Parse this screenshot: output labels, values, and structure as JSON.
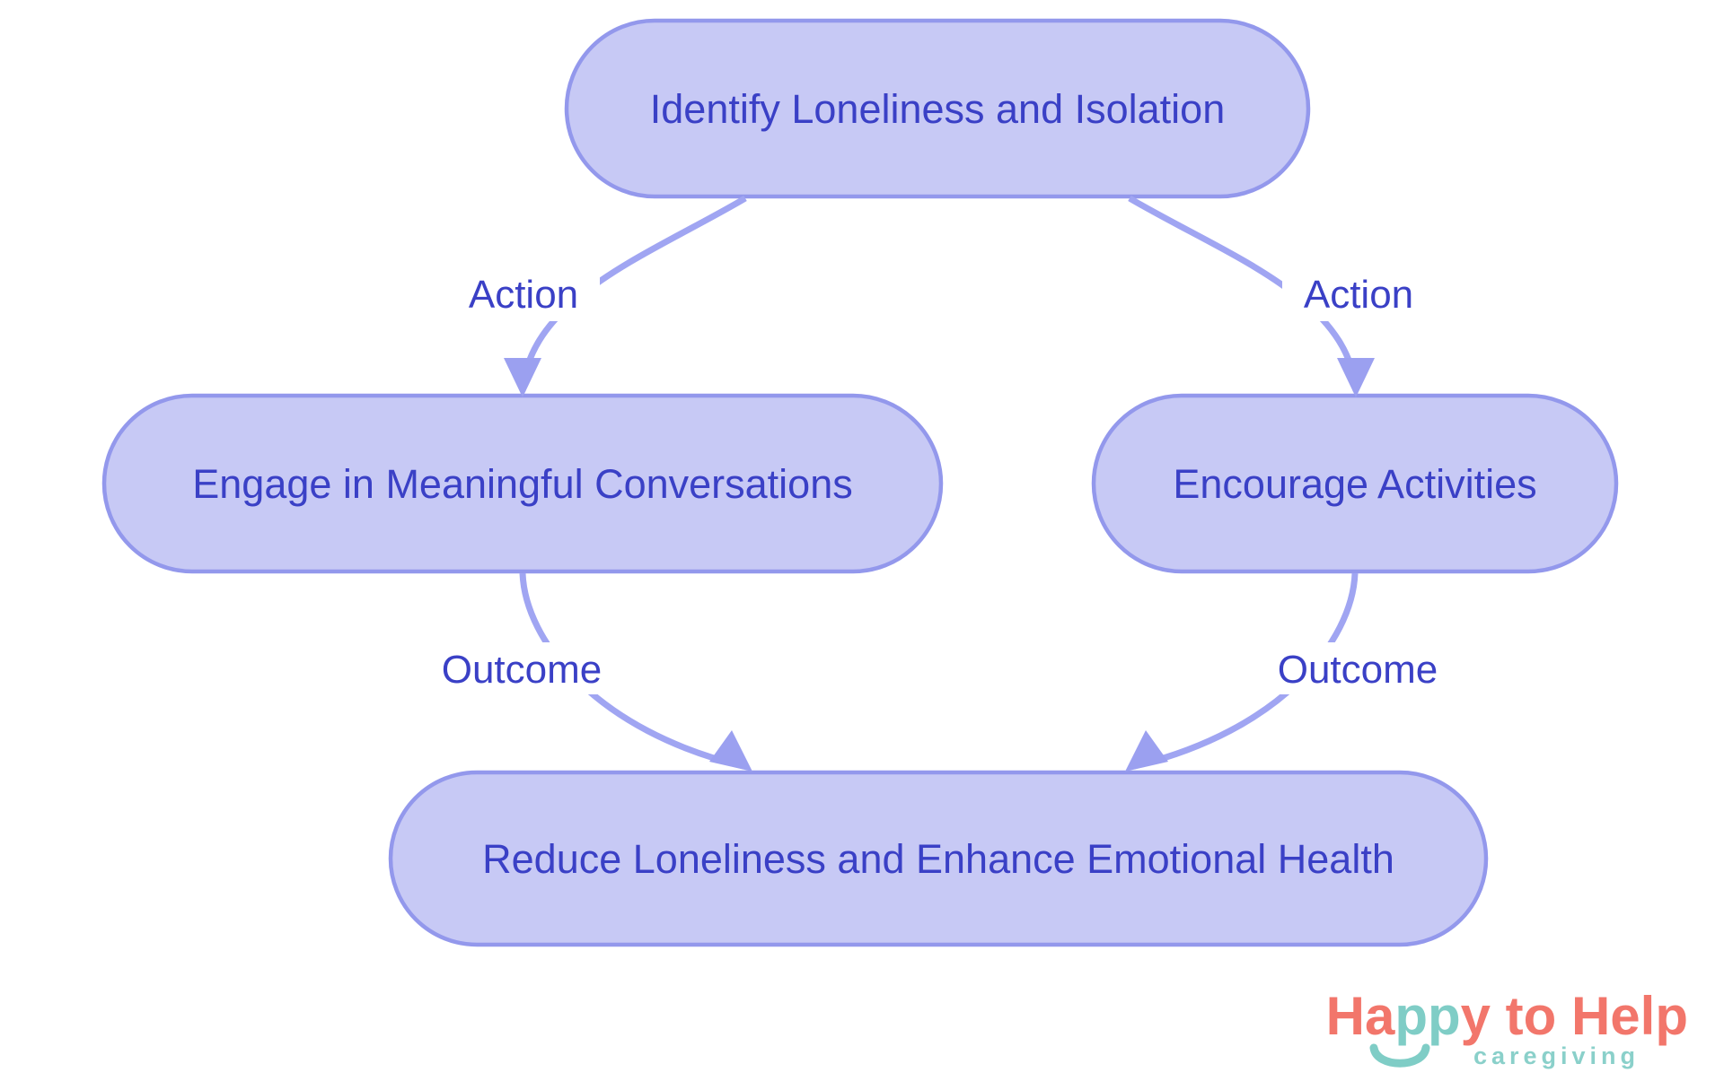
{
  "diagram": {
    "type": "flowchart",
    "background_color": "#ffffff",
    "node_fill_color": "#c7c9f5",
    "node_border_color": "#9398ec",
    "edge_color": "#a0a5f2",
    "text_color": "#3a40c6",
    "nodes": [
      {
        "id": "identify",
        "label": "Identify Loneliness and Isolation"
      },
      {
        "id": "engage",
        "label": "Engage in Meaningful Conversations"
      },
      {
        "id": "encourage",
        "label": "Encourage Activities"
      },
      {
        "id": "reduce",
        "label": "Reduce Loneliness and Enhance Emotional Health"
      }
    ],
    "edges": [
      {
        "from": "identify",
        "to": "engage",
        "label": "Action"
      },
      {
        "from": "identify",
        "to": "encourage",
        "label": "Action"
      },
      {
        "from": "engage",
        "to": "reduce",
        "label": "Outcome"
      },
      {
        "from": "encourage",
        "to": "reduce",
        "label": "Outcome"
      }
    ]
  },
  "logo": {
    "brand_part1": "Ha",
    "brand_part2": "pp",
    "brand_part3": "y to Help",
    "tagline": "caregiving",
    "coral_color": "#f2766b",
    "teal_color": "#7fcdc6"
  }
}
